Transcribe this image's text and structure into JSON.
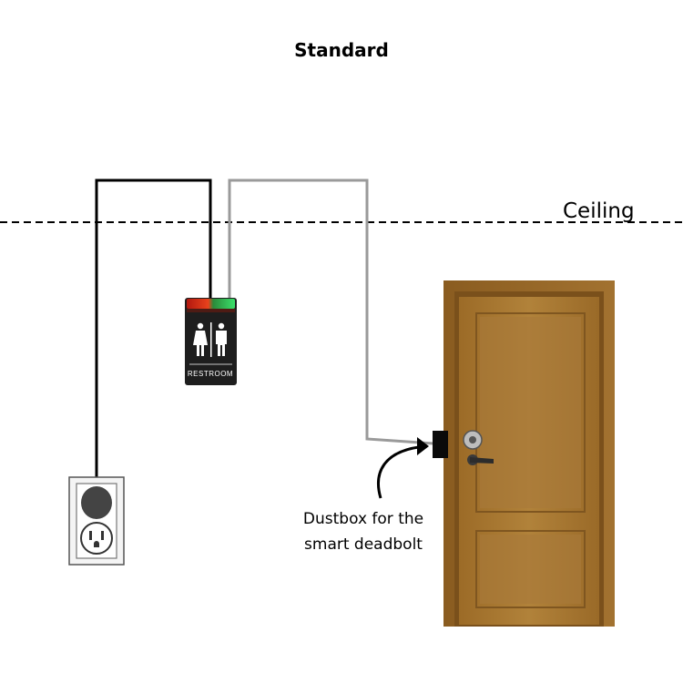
{
  "title": "Standard",
  "ceiling_label": "Ceiling",
  "sign": {
    "text": "RESTROOM"
  },
  "callout": {
    "line1": "Dustbox for the",
    "line2": "smart deadbolt"
  },
  "colors": {
    "wire_power": "#000000",
    "wire_signal": "#9a9a9a",
    "door": "#a7772f",
    "door_frame": "#8b5e22",
    "led_red": "#d8231a",
    "led_green": "#2fd45a",
    "sign_body": "#1e1e1e"
  }
}
